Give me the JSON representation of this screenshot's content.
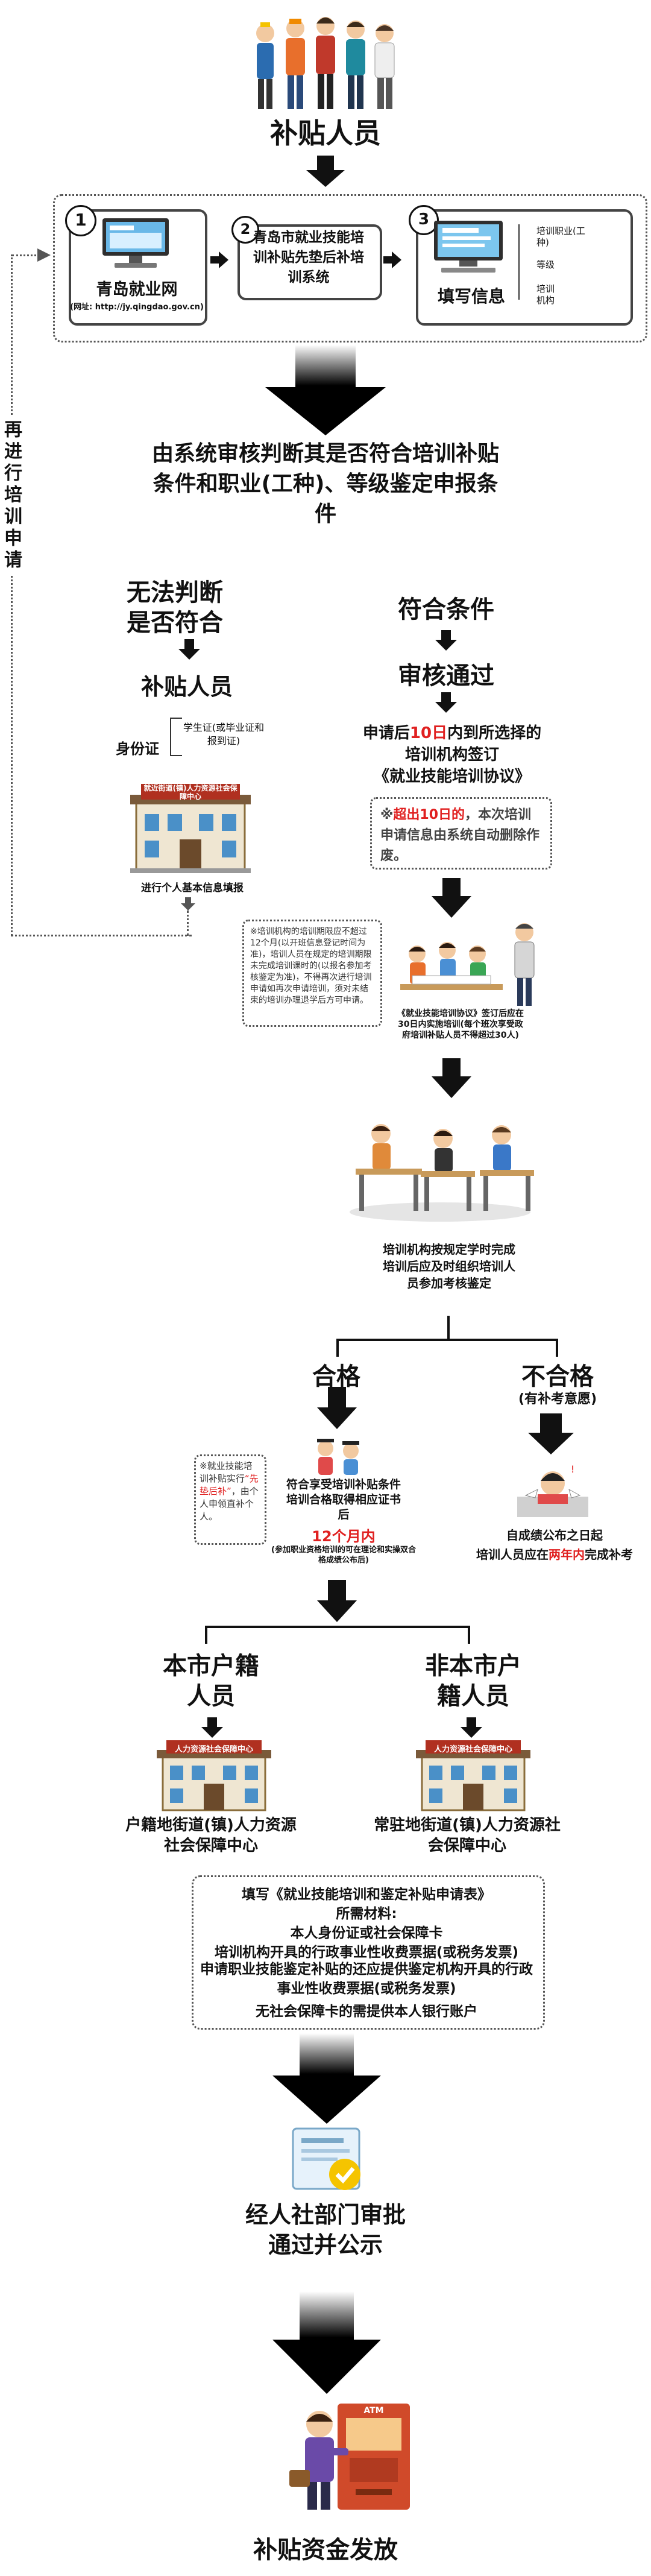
{
  "header": {
    "title": "补贴人员"
  },
  "steps": [
    {
      "num": "1",
      "title": "青岛就业网",
      "url": "(网址: http://jy.qingdao.gov.cn)"
    },
    {
      "num": "2",
      "title": "青岛市就业技能培训补贴先垫后补培训系统"
    },
    {
      "num": "3",
      "title": "填写信息",
      "fields": [
        "培训职业(工种)",
        "等级",
        "培训机构"
      ]
    }
  ],
  "side_label": "再进行培训申请",
  "judge": {
    "text": "由系统审核判断其是否符合培训补贴条件和职业(工种)、等级鉴定申报条件"
  },
  "left_branch": {
    "title": "无法判断是否符合",
    "sub": "补贴人员",
    "id_card": "身份证",
    "student": "学生证(或毕业证和报到证)",
    "office_sign": "就近街道(镇)人力资源社会保障中心",
    "info_note": "进行个人基本信息填报"
  },
  "right_branch": {
    "title": "符合条件",
    "approved": "审核通过",
    "sign_line1": "申请后",
    "sign_days": "10日",
    "sign_line1b": "内到所选择的培训机构签订",
    "sign_line2": "《就业技能培训协议》",
    "warn_prefix": "※",
    "warn_red": "超出10日的",
    "warn_rest": "，本次培训申请信息由系统自动删除作废。"
  },
  "training_note": "※培训机构的培训期限应不超过12个月(以开班信息登记时间为准)，培训人员在规定的培训期限未完成培训课时的(以报名参加考核鉴定为准)，不得再次进行培训申请如再次申请培训，须对未结束的培训办理退学后方可申请。",
  "agreement_note": "《就业技能培训协议》签订后应在30日内实施培训(每个班次享受政府培训补贴人员不得超过30人)",
  "exam_note": "培训机构按规定学时完成培训后应及时组织培训人员参加考核鉴定",
  "pass": {
    "title": "合格",
    "line1": "符合享受培训补贴条件培训合格取得相应证书后",
    "months": "12个月内",
    "line3": "(参加职业资格培训的可在理论和实操双合格成绩公布后)"
  },
  "fail": {
    "title": "不合格",
    "sub": "(有补考意愿)",
    "line1": "自成绩公布之日起",
    "line2a": "培训人员应在",
    "line2red": "两年内",
    "line2b": "完成补考"
  },
  "note2": {
    "a": "※就业技能培训补贴实行",
    "red": "“先垫后补”",
    "b": "，由个人申领直补个人。"
  },
  "local": {
    "title": "本市户籍人员",
    "sign": "人力资源社会保障中心",
    "office": "户籍地街道(镇)人力资源社会保障中心"
  },
  "nonlocal": {
    "title": "非本市户籍人员",
    "sign": "人力资源社会保障中心",
    "office": "常驻地街道(镇)人力资源社会保障中心"
  },
  "materials": {
    "line1": "填写《就业技能培训和鉴定补贴申请表》",
    "line2": "所需材料:",
    "line3": "本人身份证或社会保障卡",
    "line4": "培训机构开具的行政事业性收费票据(或税务发票)",
    "line5": "申请职业技能鉴定补贴的还应提供鉴定机构开具的行政事业性收费票据(或税务发票)",
    "line6": "无社会保障卡的需提供本人银行账户"
  },
  "review": {
    "title": "经人社部门审批通过并公示"
  },
  "atm_sign": "ATM",
  "final": {
    "title": "补贴资金发放"
  }
}
